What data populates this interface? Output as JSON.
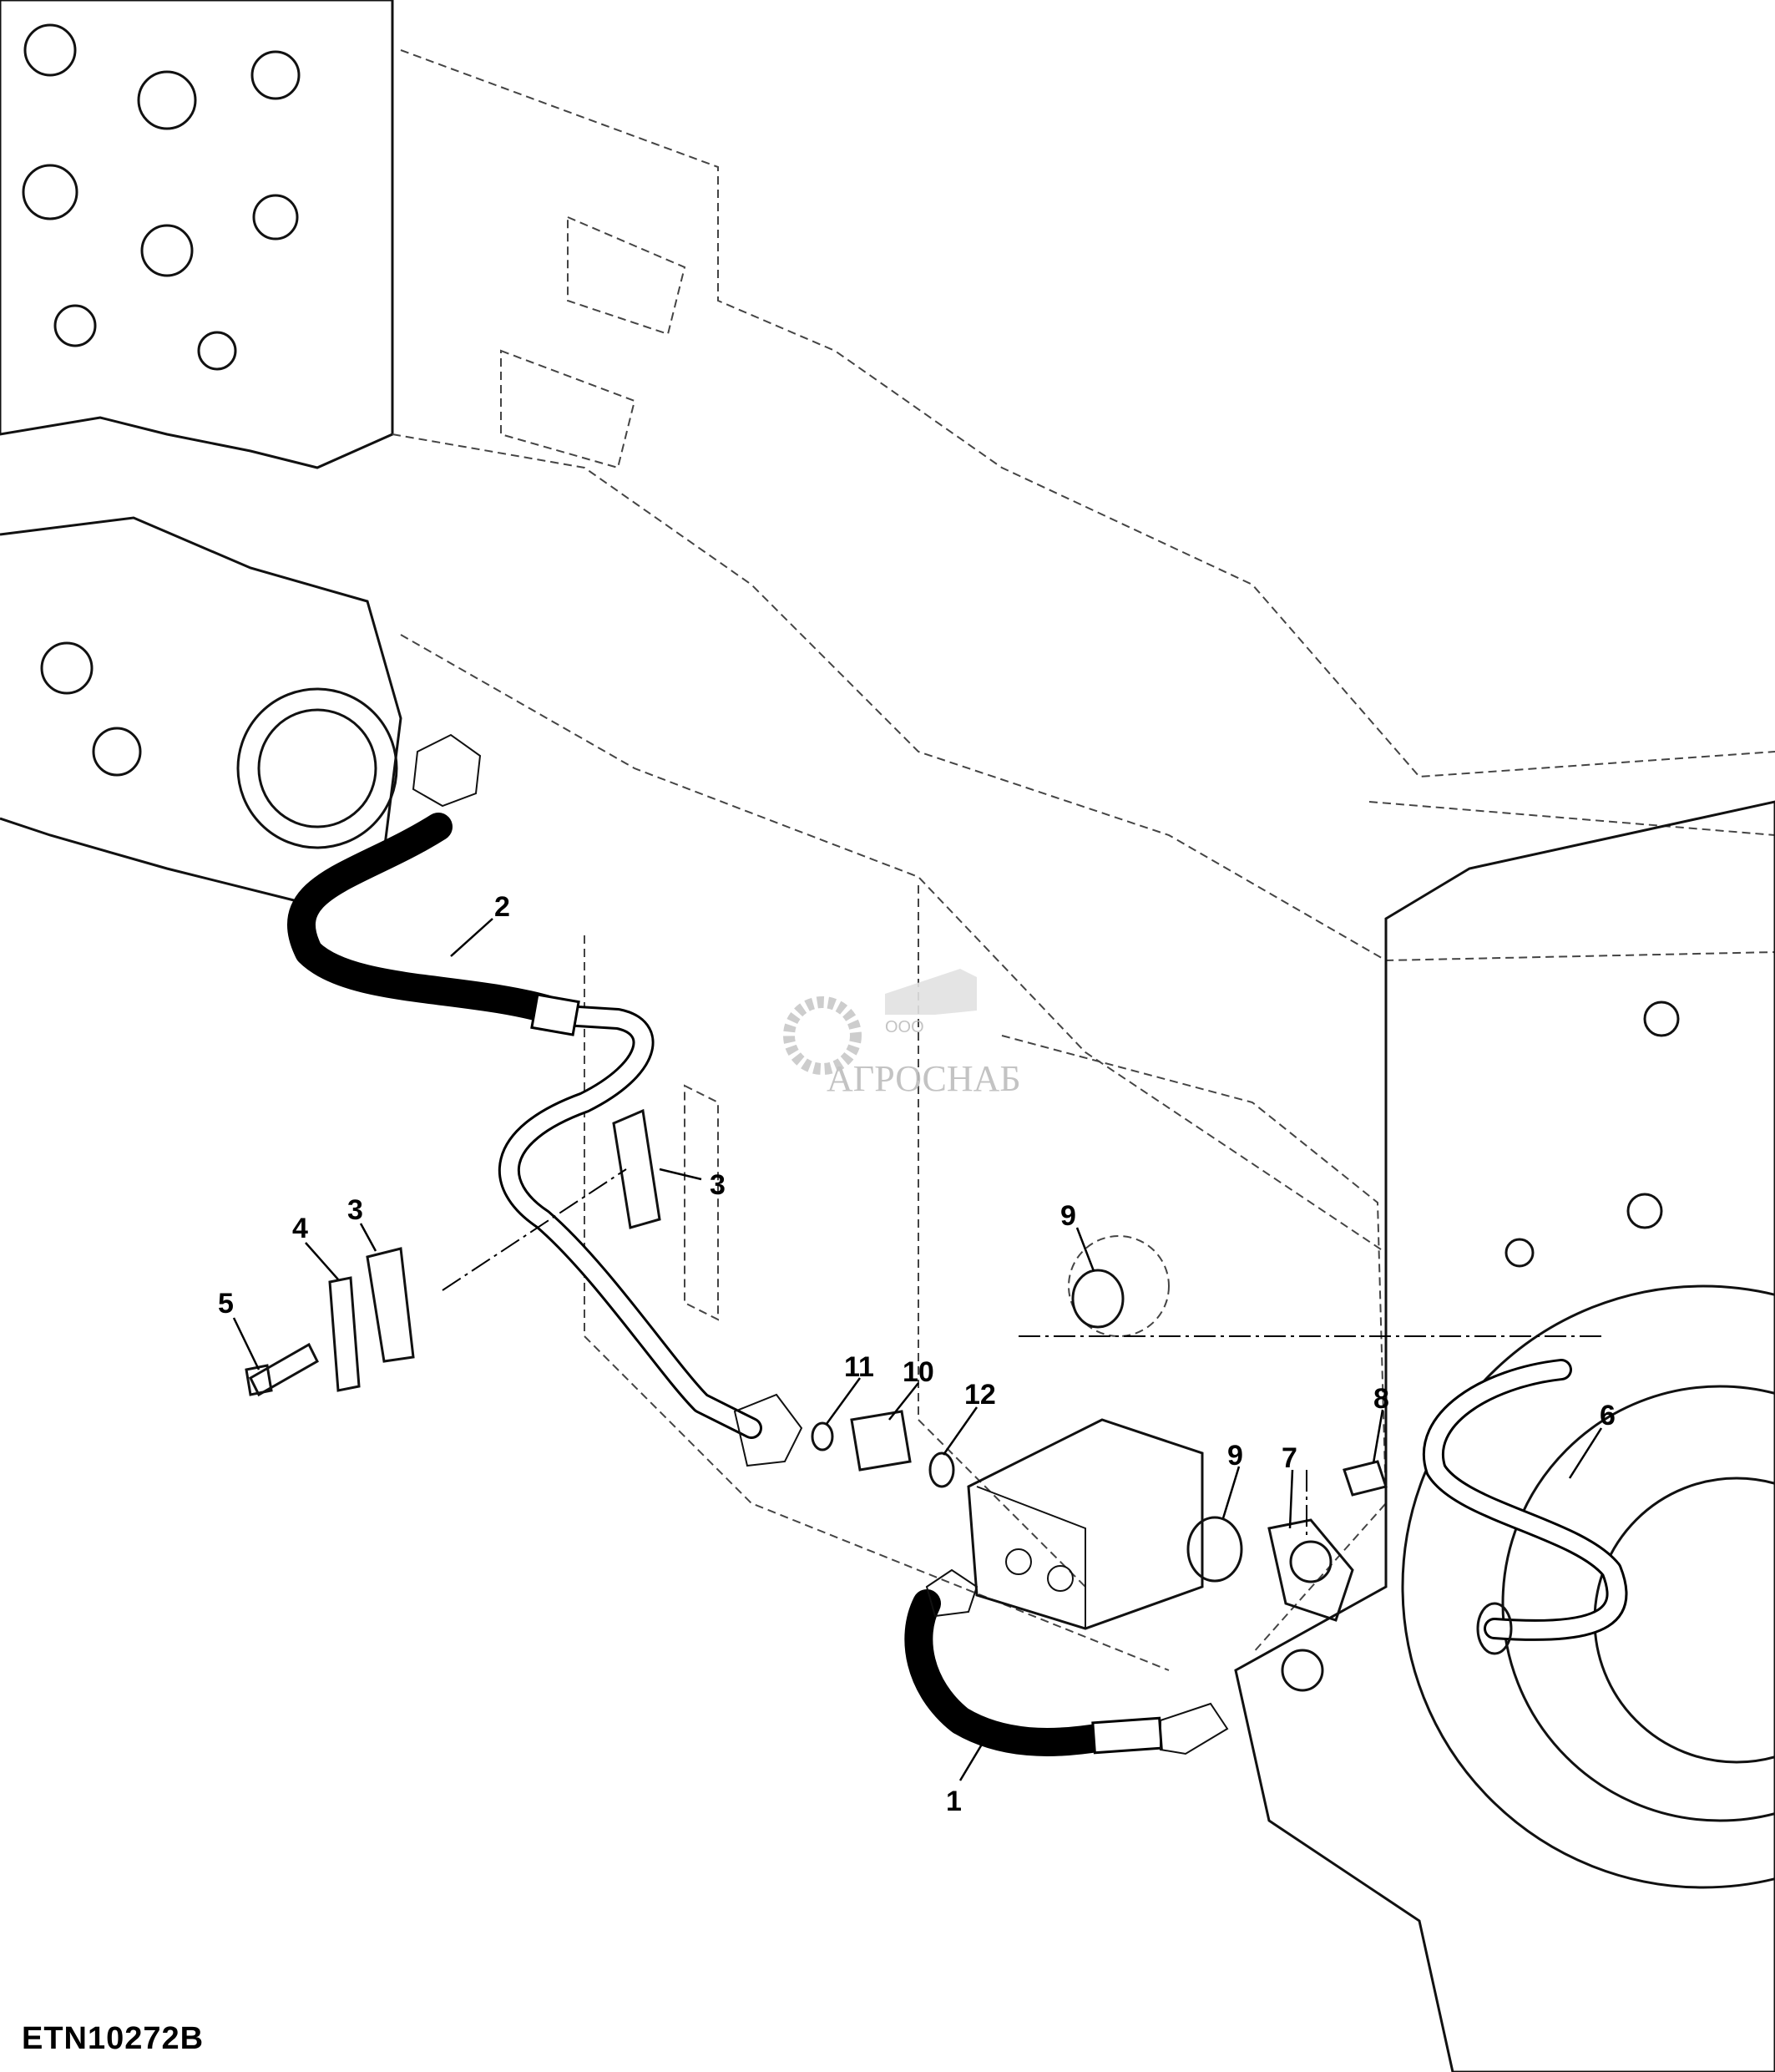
{
  "figure_id": "ETN10272B",
  "watermark": {
    "prefix": "ООО",
    "name": "АГРОСНАБ"
  },
  "callouts": [
    "1",
    "2",
    "3",
    "3",
    "4",
    "5",
    "6",
    "7",
    "8",
    "9",
    "9",
    "10",
    "11",
    "12"
  ]
}
